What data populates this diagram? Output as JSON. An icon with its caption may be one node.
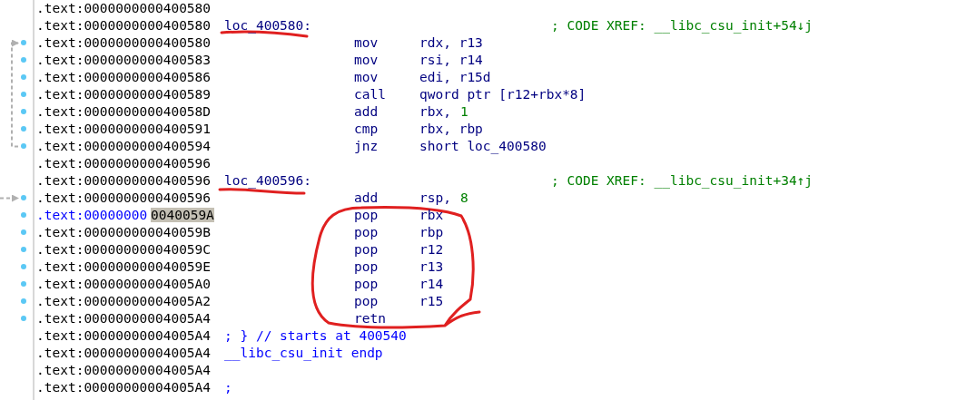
{
  "diagram": {
    "nodes": [
      {
        "text": [
          ".text:0000000000400580"
        ]
      },
      {
        "text": [
          ".text:0000000000400594"
        ]
      },
      {
        "text": [
          ".text:0000000000400596"
        ]
      }
    ],
    "edges": [
      {
        "from": 1,
        "to": 0,
        "arrow": "to",
        "style": "dashed"
      },
      {
        "from": null,
        "to": 2,
        "arrow": "to",
        "style": "dashed"
      }
    ],
    "labels": [
      ".text:0000000000400580",
      ".text:0000000000400580",
      "loc_400580:",
      "; CODE XREF: __libc_csu_init+54↓j",
      "mov",
      "rdx, r13",
      ".text:0000000000400583",
      "mov",
      "rsi, r14",
      ".text:0000000000400586",
      "mov",
      "edi, r15d",
      ".text:0000000000400589",
      "call",
      "qword ptr [r12+rbx*8]",
      ".text:000000000040058D",
      "add",
      "rbx,",
      "1",
      ".text:0000000000400591",
      "cmp",
      "rbx, rbp",
      "jnz",
      "short loc_400580",
      ".text:0000000000400596",
      ".text:0000000000400596",
      "loc_400596:",
      "; CODE XREF: __libc_csu_init+34↑j",
      "add",
      "rsp,",
      "8",
      ".text:00000000",
      "0040059A",
      "pop",
      "rbx",
      ".text:000000000040059B",
      "pop",
      "rbp",
      ".text:000000000040059C",
      "pop",
      "r12",
      ".text:000000000040059E",
      "pop",
      "r13",
      ".text:00000000004005A0",
      "pop",
      "r14",
      ".text:00000000004005A2",
      "pop",
      "r15",
      ".text:00000000004005A4",
      "retn",
      ".text:00000000004005A4",
      "; } // starts at 400540",
      ".text:00000000004005A4",
      "__libc_csu_init endp",
      ".text:00000000004005A4",
      ".text:00000000004005A4",
      ";"
    ]
  }
}
